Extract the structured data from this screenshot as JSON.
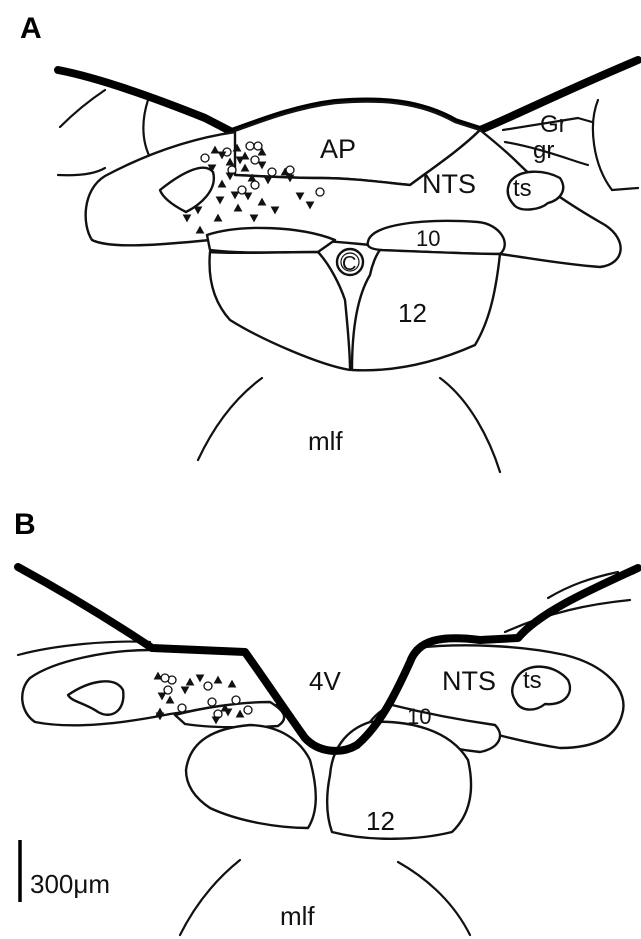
{
  "panels": [
    {
      "id": "A",
      "letter": "A",
      "labels": {
        "ap": "AP",
        "nts": "NTS",
        "ts": "ts",
        "gr_upper": "Gr",
        "gr_lower": "gr",
        "n10": "10",
        "canal": "C",
        "n12": "12",
        "mlf": "mlf"
      }
    },
    {
      "id": "B",
      "letter": "B",
      "labels": {
        "v4": "4V",
        "nts": "NTS",
        "ts": "ts",
        "n10": "10",
        "n12": "12",
        "mlf": "mlf"
      }
    }
  ],
  "scale_bar": {
    "label": "300μm"
  },
  "markers": {
    "open_circle": "open-circle-marker",
    "filled_up": "filled-triangle-up-marker",
    "filled_down": "filled-triangle-down-marker"
  }
}
